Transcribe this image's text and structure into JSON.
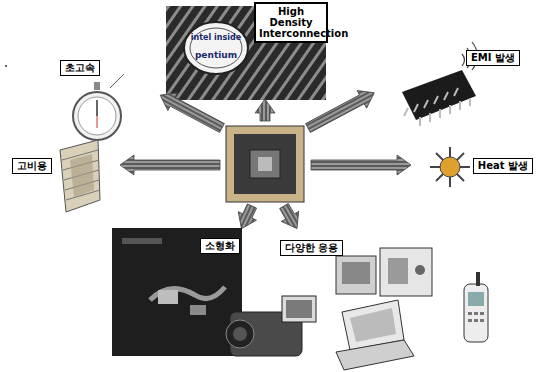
{
  "diagram": {
    "nodes": [
      {
        "text": [
          "High Density Interconnection"
        ]
      },
      {
        "text": [
          "초고속"
        ]
      },
      {
        "text": [
          "EMI 발생"
        ]
      },
      {
        "text": [
          "고비용"
        ]
      },
      {
        "text": [
          "Heat 발생"
        ]
      },
      {
        "text": [
          "소형화"
        ]
      },
      {
        "text": [
          "다양한 응용"
        ]
      }
    ],
    "labels": [
      "intel inside",
      "pentium"
    ]
  }
}
